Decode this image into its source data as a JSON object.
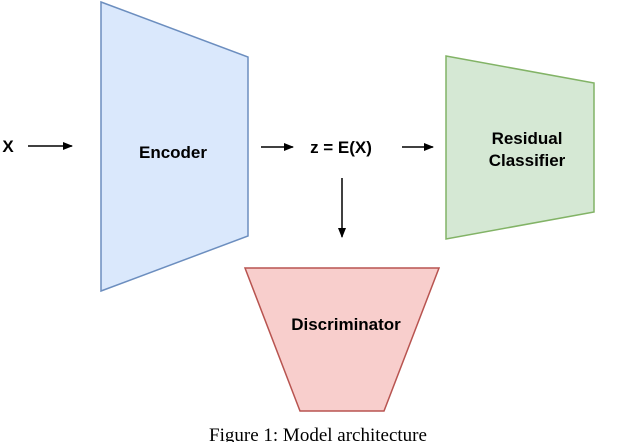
{
  "diagram": {
    "input_label": "X",
    "encoder_label": "Encoder",
    "latent_label": "z = E(X)",
    "classifier_label_line1": "Residual",
    "classifier_label_line2": "Classifier",
    "discriminator_label": "Discriminator"
  },
  "caption": "Figure 1: Model architecture",
  "colors": {
    "encoder_fill": "#dae8fc",
    "encoder_stroke": "#6c8ebf",
    "classifier_fill": "#d5e8d4",
    "classifier_stroke": "#82b366",
    "discriminator_fill": "#f8cecc",
    "discriminator_stroke": "#b85450",
    "arrow": "#000000"
  }
}
